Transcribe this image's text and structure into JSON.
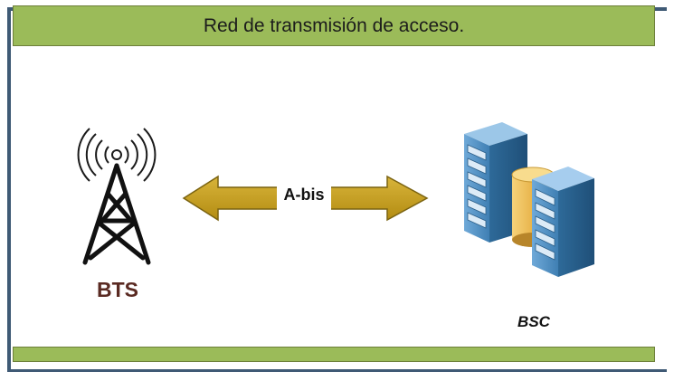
{
  "diagram": {
    "title": "Red de transmisión de acceso.",
    "bts_label": "BTS",
    "bsc_label": "BSC",
    "link_label": "A-bis"
  },
  "colors": {
    "banner_fill": "#9bbb59",
    "frame_border": "#3f5a75",
    "arrow_fill": "#c9a227",
    "arrow_stroke": "#7a6311",
    "bts_label": "#5a2a22",
    "server_blue": "#4f8fc0",
    "database_gold": "#e8b44a"
  },
  "icons": [
    "cell-tower-icon",
    "server-rack-icon",
    "database-cylinder-icon",
    "double-arrow-icon"
  ]
}
